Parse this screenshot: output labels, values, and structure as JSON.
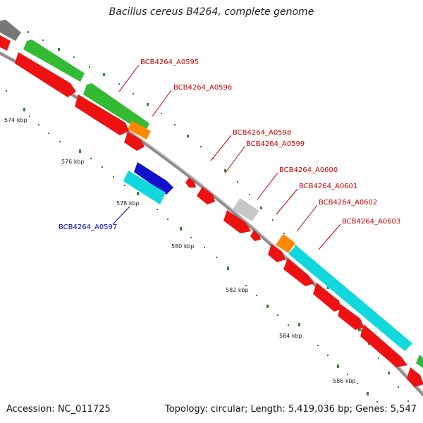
{
  "title": "Bacillus cereus B4264, complete genome",
  "footer": {
    "accession": "Accession: NC_011725",
    "summary": "Topology: circular; Length: 5,419,036 bp; Genes: 5,547"
  },
  "colors": {
    "backbone": "#8a8a8a",
    "tick": "#2e8b2e",
    "forward_label": "#cc0000",
    "reverse_label": "#0000cc",
    "red": "#ee1111",
    "green": "#33bb33",
    "cyan": "#11d8dd",
    "blue": "#1111cc",
    "orange": "#ff8800",
    "light_gray": "#c8c8c8",
    "dark_gray": "#777777"
  },
  "scale_labels": [
    "574 kbp",
    "576 kbp",
    "578 kbp",
    "580 kbp",
    "582 kbp",
    "584 kbp",
    "586 kbp"
  ],
  "gene_labels": [
    {
      "id": "fwd-a0595",
      "text": "BCB4264_A0595",
      "strand": "forward"
    },
    {
      "id": "fwd-a0596",
      "text": "BCB4264_A0596",
      "strand": "forward"
    },
    {
      "id": "fwd-a0598",
      "text": "BCB4264_A0598",
      "strand": "forward"
    },
    {
      "id": "fwd-a0599",
      "text": "BCB4264_A0599",
      "strand": "forward"
    },
    {
      "id": "fwd-a0600",
      "text": "BCB4264_A0600",
      "strand": "forward"
    },
    {
      "id": "fwd-a0601",
      "text": "BCB4264_A0601",
      "strand": "forward"
    },
    {
      "id": "fwd-a0602",
      "text": "BCB4264_A0602",
      "strand": "forward"
    },
    {
      "id": "fwd-a0603",
      "text": "BCB4264_A0603",
      "strand": "forward"
    },
    {
      "id": "rev-a0597",
      "text": "BCB4264_A0597",
      "strand": "reverse"
    }
  ]
}
